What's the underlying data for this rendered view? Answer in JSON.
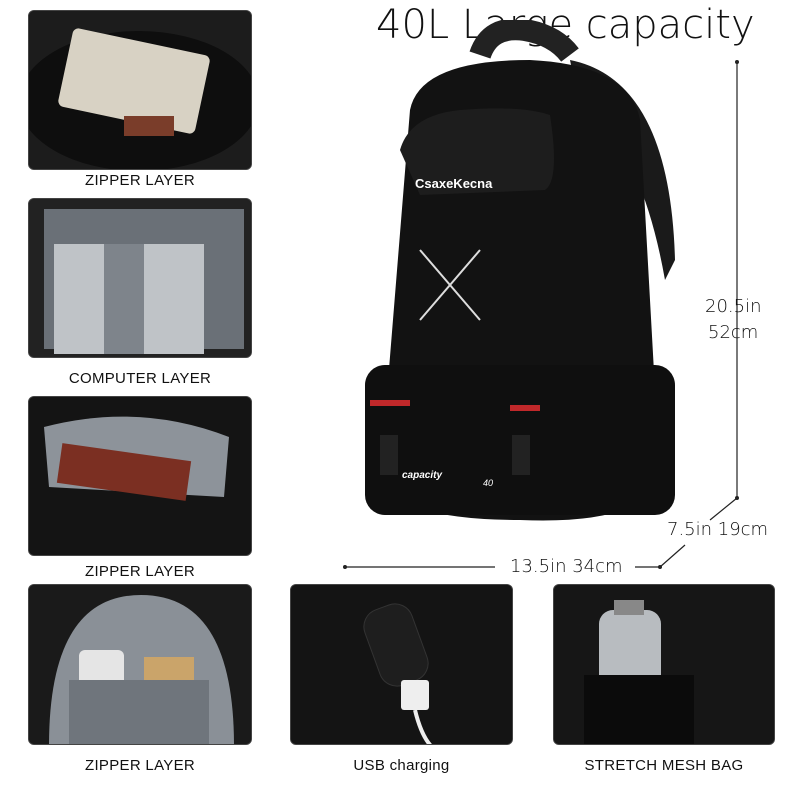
{
  "title": "40L Large capacity",
  "brand": "CsaxeKecna",
  "bag_text": {
    "capacity": "capacity",
    "number": "40"
  },
  "dimensions": {
    "height": "20.5in",
    "height_cm": "52cm",
    "depth": "7.5in 19cm",
    "width": "13.5in 34cm"
  },
  "panels": [
    {
      "label": "ZIPPER LAYER"
    },
    {
      "label": "COMPUTER LAYER"
    },
    {
      "label": "ZIPPER LAYER"
    },
    {
      "label": "ZIPPER LAYER"
    },
    {
      "label": "USB charging"
    },
    {
      "label": "STRETCH MESH BAG"
    }
  ],
  "colors": {
    "bag": "#111111",
    "accent": "#c0282a",
    "lining": "#8a9097"
  }
}
